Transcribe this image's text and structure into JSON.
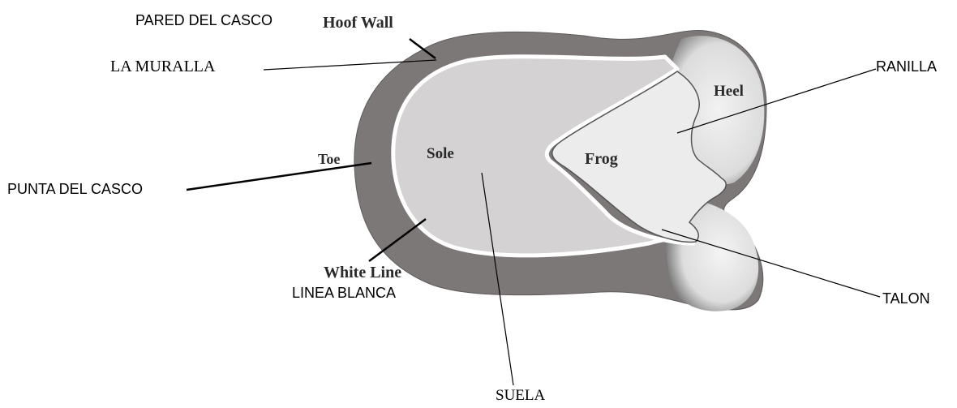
{
  "diagram": {
    "english_labels": {
      "hoof_wall": "Hoof Wall",
      "heel": "Heel",
      "toe": "Toe",
      "sole": "Sole",
      "frog": "Frog",
      "white_line": "White Line"
    },
    "spanish_labels": {
      "pared_del_casco": "PARED DEL CASCO",
      "la_muralla": "LA MURALLA",
      "ranilla": "RANILLA",
      "punta_del_casco": "PUNTA DEL CASCO",
      "linea_blanca": "LINEA BLANCA",
      "talon": "TALON",
      "suela": "SUELA"
    },
    "colors": {
      "wall": "#7d7878",
      "sole": "#d4d2d2",
      "frog": "#ececec",
      "white_line": "#ffffff",
      "line": "#000000"
    }
  }
}
